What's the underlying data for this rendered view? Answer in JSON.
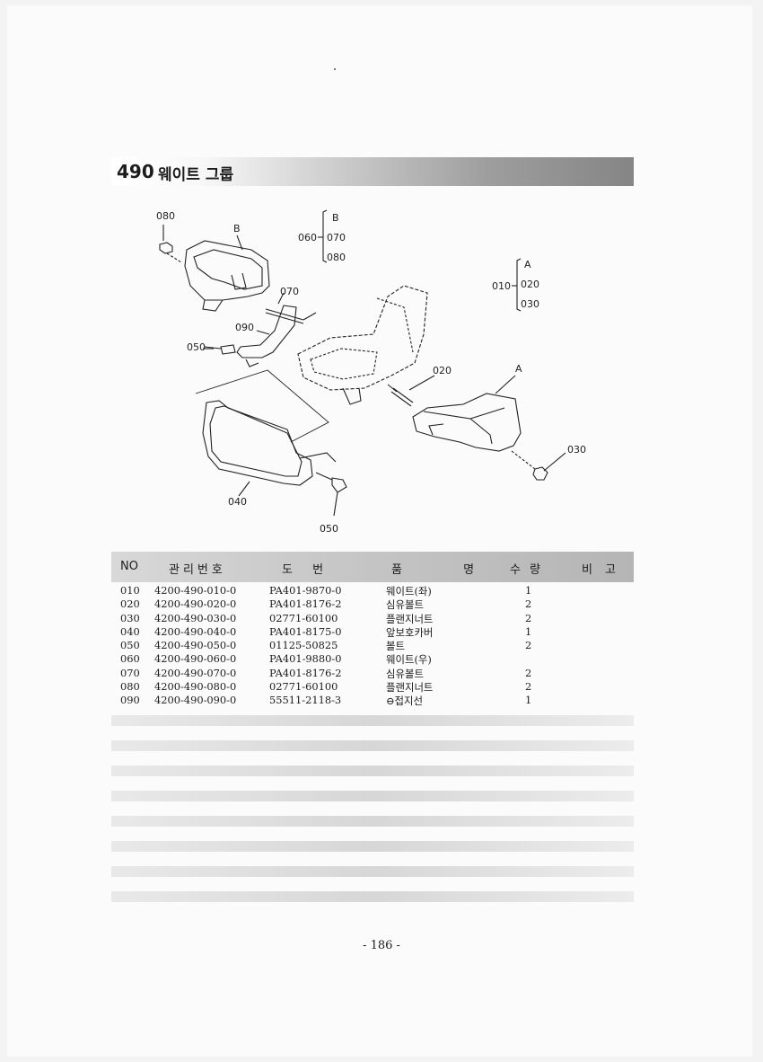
{
  "section": {
    "number": "490",
    "title": "웨이트 그룹"
  },
  "diagram": {
    "callouts": {
      "c080": "080",
      "cB": "B",
      "c060": "060",
      "cB2": "B",
      "c070a": "070",
      "c080b": "080",
      "c070": "070",
      "c090": "090",
      "c050a": "050",
      "cA": "A",
      "c010": "010",
      "cA2": "A",
      "c020a": "020",
      "c030a": "030",
      "c020": "020",
      "c030": "030",
      "c040": "040",
      "c050b": "050"
    }
  },
  "table": {
    "headers": {
      "no": "NO",
      "code": "관리번호",
      "part": "도 번",
      "name": "품 명",
      "qty": "수량",
      "note": "비고"
    },
    "rows": [
      {
        "no": "010",
        "code": "4200-490-010-0",
        "part": "PA401-9870-0",
        "name": "웨이트(좌)",
        "qty": "1"
      },
      {
        "no": "020",
        "code": "4200-490-020-0",
        "part": "PA401-8176-2",
        "name": "심유볼트",
        "qty": "2"
      },
      {
        "no": "030",
        "code": "4200-490-030-0",
        "part": "02771-60100",
        "name": "플랜지너트",
        "qty": "2"
      },
      {
        "no": "040",
        "code": "4200-490-040-0",
        "part": "PA401-8175-0",
        "name": "앞보호카버",
        "qty": "1"
      },
      {
        "no": "050",
        "code": "4200-490-050-0",
        "part": "01125-50825",
        "name": "볼트",
        "qty": "2"
      },
      {
        "no": "060",
        "code": "4200-490-060-0",
        "part": "PA401-9880-0",
        "name": "웨이트(우)",
        "qty": ""
      },
      {
        "no": "070",
        "code": "4200-490-070-0",
        "part": "PA401-8176-2",
        "name": "심유볼트",
        "qty": "2"
      },
      {
        "no": "080",
        "code": "4200-490-080-0",
        "part": "02771-60100",
        "name": "플랜지너트",
        "qty": "2"
      },
      {
        "no": "090",
        "code": "4200-490-090-0",
        "part": "55511-2118-3",
        "name": "⊖접지선",
        "qty": "1"
      }
    ]
  },
  "page_number": "- 186 -"
}
